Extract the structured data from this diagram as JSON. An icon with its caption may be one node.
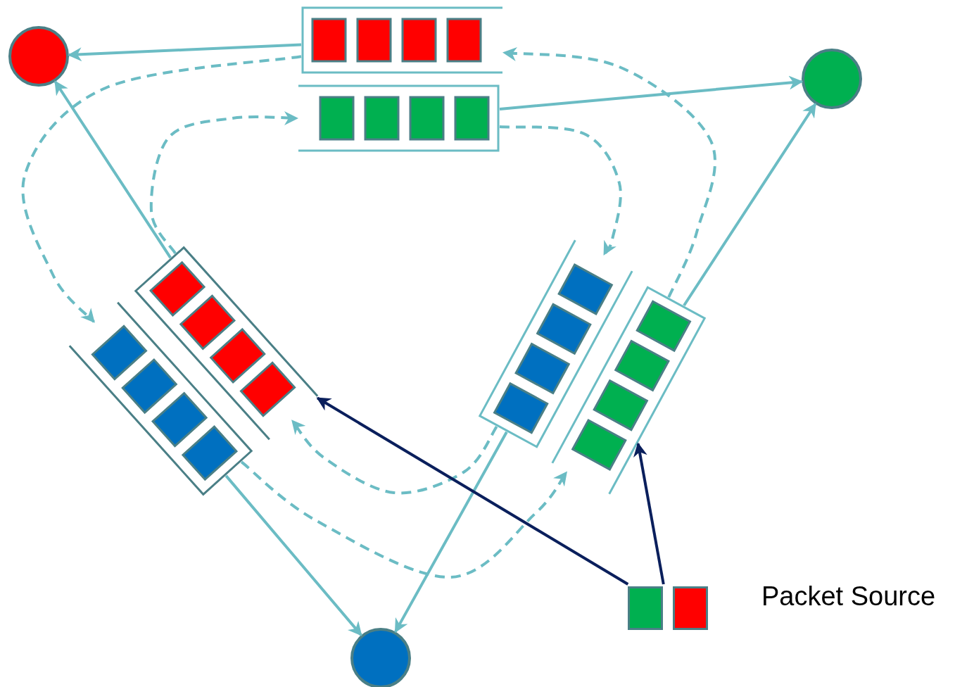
{
  "diagram": {
    "nodes": [
      {
        "text": [],
        "shape": "circle"
      },
      {
        "text": [],
        "shape": "box"
      },
      {
        "text": [],
        "shape": "box"
      },
      {
        "text": [],
        "shape": "circle"
      },
      {
        "text": [],
        "shape": "box"
      },
      {
        "text": [],
        "shape": "box"
      },
      {
        "text": [],
        "shape": "box"
      },
      {
        "text": [],
        "shape": "box"
      },
      {
        "text": [],
        "shape": "circle"
      },
      {
        "text": [],
        "shape": "box",
        "beside": [
          "Packet Source"
        ]
      }
    ],
    "edges": [
      {
        "from": 1,
        "to": 0,
        "arrow": "to"
      },
      {
        "from": 2,
        "to": 3,
        "arrow": "to"
      },
      {
        "from": 5,
        "to": 0,
        "arrow": "to"
      },
      {
        "from": 7,
        "to": 3,
        "arrow": "to"
      },
      {
        "from": 4,
        "to": 8,
        "arrow": "to"
      },
      {
        "from": 6,
        "to": 8,
        "arrow": "to"
      },
      {
        "from": 1,
        "to": 4,
        "arrow": "to",
        "style": "dashed"
      },
      {
        "from": 5,
        "to": 2,
        "arrow": "to",
        "style": "dashed"
      },
      {
        "from": 2,
        "to": 6,
        "arrow": "to",
        "style": "dashed"
      },
      {
        "from": 7,
        "to": 1,
        "arrow": "to",
        "style": "dashed"
      },
      {
        "from": 6,
        "to": 5,
        "arrow": "to",
        "style": "dashed"
      },
      {
        "from": 4,
        "to": 7,
        "arrow": "to",
        "style": "dashed"
      },
      {
        "from": 9,
        "to": 5,
        "arrow": "to",
        "color": "#0a1f5c"
      },
      {
        "from": 9,
        "to": 7,
        "arrow": "to",
        "color": "#0a1f5c"
      }
    ]
  }
}
